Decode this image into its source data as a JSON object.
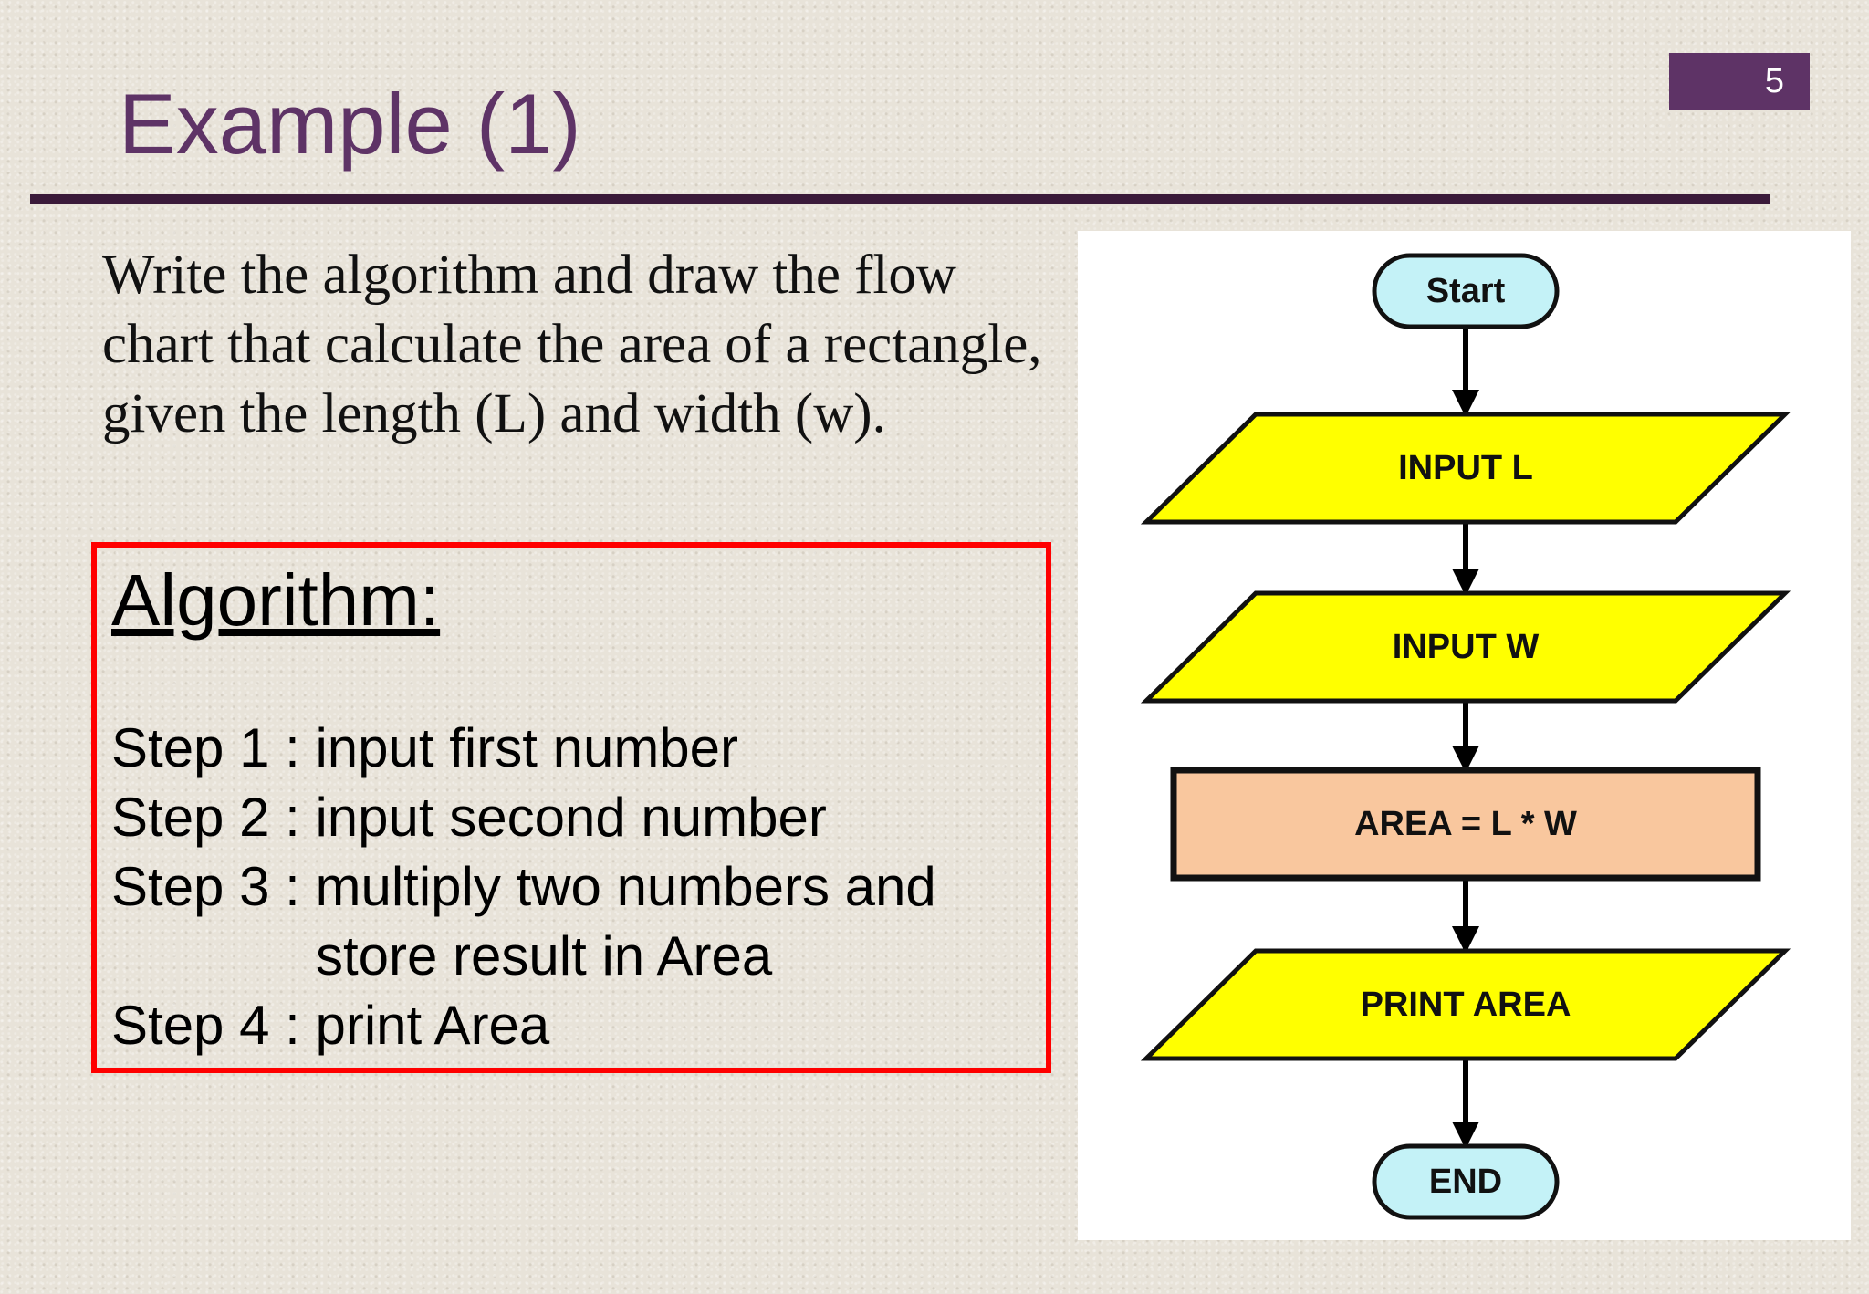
{
  "slide": {
    "number": "5",
    "title": "Example (1)"
  },
  "problem": {
    "lines": [
      "Write the algorithm and draw the flow",
      "chart that calculate the area of a rectangle,",
      "given the length (L) and width (w)."
    ]
  },
  "algorithm": {
    "heading": "Algorithm:",
    "steps": [
      "Step 1 : input first number",
      "Step 2 : input second number",
      "Step 3 : multiply two numbers and",
      "store result in Area",
      "Step 4 : print Area"
    ]
  },
  "flowchart": {
    "nodes": [
      {
        "id": "start",
        "shape": "terminal",
        "label": "Start",
        "fill": "#c4f2f7"
      },
      {
        "id": "input-l",
        "shape": "parallelogram",
        "label": "INPUT L",
        "fill": "#ffff00"
      },
      {
        "id": "input-w",
        "shape": "parallelogram",
        "label": "INPUT W",
        "fill": "#ffff00"
      },
      {
        "id": "area",
        "shape": "process",
        "label": "AREA = L * W",
        "fill": "#f9c79e"
      },
      {
        "id": "print-area",
        "shape": "parallelogram",
        "label": "PRINT AREA",
        "fill": "#ffff00"
      },
      {
        "id": "end",
        "shape": "terminal",
        "label": "END",
        "fill": "#c4f2f7"
      }
    ],
    "edges": [
      {
        "from": "start",
        "to": "input-l"
      },
      {
        "from": "input-l",
        "to": "input-w"
      },
      {
        "from": "input-w",
        "to": "area"
      },
      {
        "from": "area",
        "to": "print-area"
      },
      {
        "from": "print-area",
        "to": "end"
      }
    ]
  },
  "colors": {
    "title": "#5e3366",
    "rule": "#3a1a3a",
    "box_border": "#ff0000"
  }
}
